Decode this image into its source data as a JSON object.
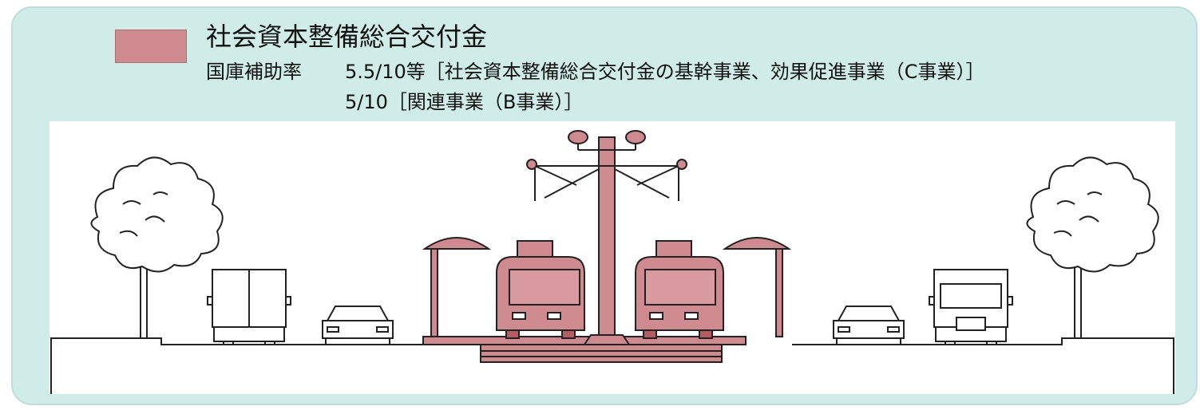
{
  "legend": {
    "title": "社会資本整備総合交付金",
    "swatch_color": "#cf8a8f",
    "rate_label": "国庫補助率",
    "rate_line_1": "5.5/10等［社会資本整備総合交付金の基幹事業、効果促進事業（C事業）］",
    "rate_line_2": "5/10［関連事業（B事業）］"
  },
  "colors": {
    "panel": "#cfece8",
    "highlight": "#cf8a8f",
    "outline": "#222222"
  },
  "icons": [
    "street-tree",
    "truck",
    "car",
    "tram",
    "tram-stop-shelter",
    "catenary-pole"
  ]
}
